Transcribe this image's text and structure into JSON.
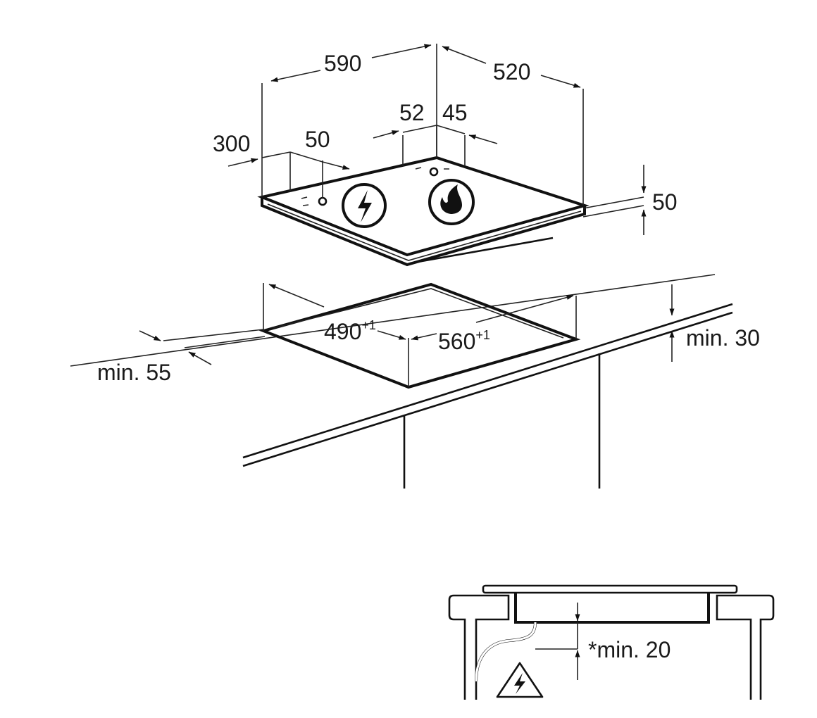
{
  "labels": {
    "width_590": "590",
    "depth_520": "520",
    "dim_52": "52",
    "dim_45": "45",
    "dim_300": "300",
    "dim_50_left": "50",
    "height_50": "50",
    "cutout_490": "490",
    "cutout_490_tol": "+1",
    "cutout_560": "560",
    "cutout_560_tol": "+1",
    "min_55": "min. 55",
    "min_30": "min. 30",
    "min_20": "*min. 20"
  },
  "icons": {
    "electric": "lightning-bolt-icon",
    "gas": "flame-icon",
    "warning": "electric-warning-icon"
  },
  "colors": {
    "line": "#111111",
    "background": "#ffffff"
  }
}
